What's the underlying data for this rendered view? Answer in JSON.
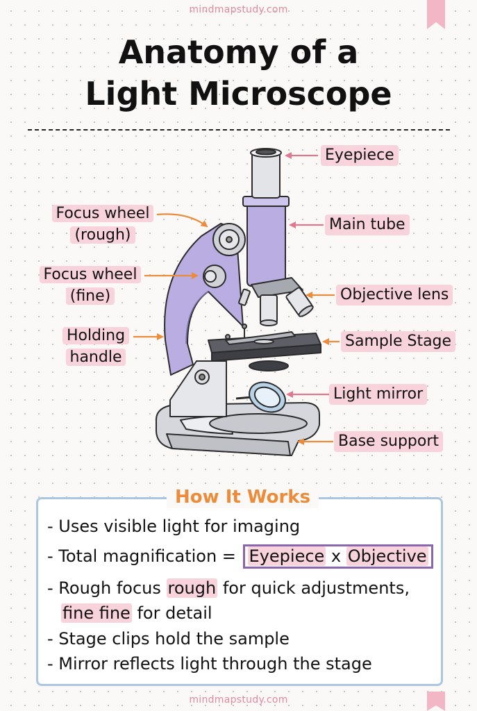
{
  "site": {
    "name": "mindmapstudy.com"
  },
  "title": {
    "line1": "Anatomy of a",
    "line2": "Light Microscope"
  },
  "labels": {
    "eyepiece": "Eyepiece",
    "main_tube": "Main tube",
    "objective_lens": "Objective lens",
    "sample_stage": "Sample Stage",
    "light_mirror": "Light mirror",
    "base_support": "Base support",
    "focus_rough_l1": "Focus wheel",
    "focus_rough_l2": "(rough)",
    "focus_fine_l1": "Focus wheel",
    "focus_fine_l2": "(fine)",
    "handle_l1": "Holding",
    "handle_l2": "handle"
  },
  "how_it_works": {
    "title": "How It Works",
    "b1": "- Uses visible light for imaging",
    "b2_prefix": "- Total magnification = ",
    "b2_eyepiece": "Eyepiece",
    "b2_x": " x ",
    "b2_objective": "Objective",
    "b3_prefix": "- Rough focus ",
    "b3_rough": "rough",
    "b3_suffix": " for quick adjustments,",
    "b3_fine": "fine fine",
    "b3_end": " for detail",
    "b4": "- Stage clips hold the sample",
    "b5": "- Mirror reflects light through the stage"
  },
  "colors": {
    "accent_pink": "#f8d3dc",
    "arrow_pink": "#e0788f",
    "arrow_orange": "#ec8b3a",
    "heading_orange": "#ec8b3a",
    "box_border": "#a9c6e4",
    "formula_border": "#8b66b0",
    "microscope_purple": "#b9ade2"
  }
}
